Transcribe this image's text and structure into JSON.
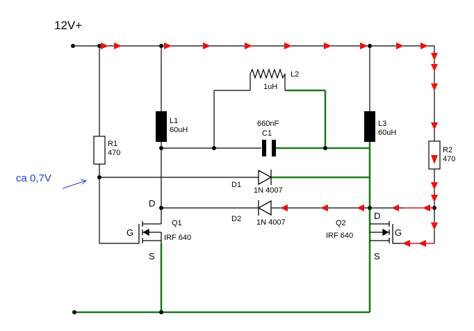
{
  "supply": {
    "label": "12V+"
  },
  "annotation": {
    "text": "ca 0,7V"
  },
  "components": {
    "R1": {
      "name": "R1",
      "value": "470"
    },
    "R2": {
      "name": "R2",
      "value": "470"
    },
    "L1": {
      "name": "L1",
      "value": "60uH"
    },
    "L2": {
      "name": "L2",
      "value": "1uH"
    },
    "L3": {
      "name": "L3",
      "value": "60uH"
    },
    "C1": {
      "name": "C1",
      "value": "660nF"
    },
    "D1": {
      "name": "D1",
      "value": "1N 4007"
    },
    "D2": {
      "name": "D2",
      "value": "1N 4007"
    },
    "Q1": {
      "name": "Q1",
      "value": "IRF 640",
      "gate": "G",
      "drain": "D",
      "source": "S"
    },
    "Q2": {
      "name": "Q2",
      "value": "IRF 640",
      "gate": "G",
      "drain": "D",
      "source": "S"
    }
  },
  "colors": {
    "wire": "#000000",
    "ground_path": "#1a7a1a",
    "current_arrows": "#ee1111",
    "annotation": "#1f3fd8"
  }
}
